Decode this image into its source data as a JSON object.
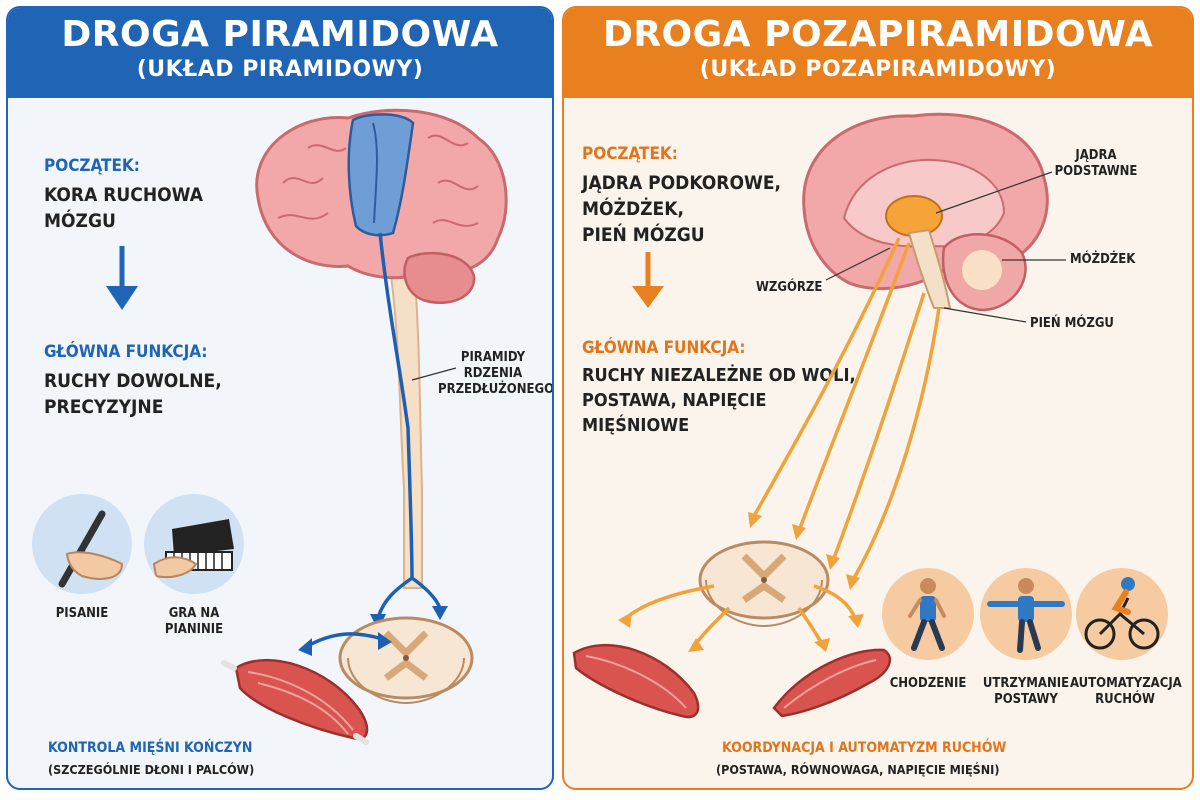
{
  "left": {
    "title": "DROGA PIRAMIDOWA",
    "subtitle": "(UKŁAD PIRAMIDOWY)",
    "start_label": "POCZĄTEK:",
    "start_text": [
      "KORA RUCHOWA",
      "MÓZGU"
    ],
    "function_label": "GŁÓWNA FUNKCJA:",
    "function_text": [
      "RUCHY DOWOLNE,",
      "PRECYZYJNE"
    ],
    "pyramid_label": [
      "PIRAMIDY",
      "RDZENIA",
      "PRZEDŁUŻONEGO"
    ],
    "examples": [
      {
        "label": [
          "PISANIE"
        ]
      },
      {
        "label": [
          "GRA NA",
          "PIANINIE"
        ]
      }
    ],
    "footer": "KONTROLA MIĘŚNI KOŃCZYN",
    "footer_sub": "(SZCZEGÓLNIE DŁONI I PALCÓW)"
  },
  "right": {
    "title": "DROGA POZAPIRAMIDOWA",
    "subtitle": "(UKŁAD POZAPIRAMIDOWY)",
    "start_label": "POCZĄTEK:",
    "start_text": [
      "JĄDRA PODKOROWE,",
      "MÓŻDŻEK,",
      "PIEŃ MÓZGU"
    ],
    "function_label": "GŁÓWNA FUNKCJA:",
    "function_text": [
      "RUCHY NIEZALEŻNE OD WOLI,",
      "POSTAWA, NAPIĘCIE",
      "MIĘŚNIOWE"
    ],
    "callouts": {
      "basal": [
        "JĄDRA",
        "PODSTAWNE"
      ],
      "thalamus": "WZGÓRZE",
      "cerebellum": "MÓŻDŻEK",
      "brainstem": "PIEŃ MÓZGU"
    },
    "examples": [
      {
        "label": [
          "CHODZENIE"
        ]
      },
      {
        "label": [
          "UTRZYMANIE",
          "POSTAWY"
        ]
      },
      {
        "label": [
          "AUTOMATYZACJA",
          "RUCHÓW"
        ]
      }
    ],
    "footer": "KOORDYNACJA I AUTOMATYZM RUCHÓW",
    "footer_sub": "(POSTAWA, RÓWNOWAGA, NAPIĘCIE MIĘŚNI)"
  },
  "colors": {
    "blue": "#1f64b5",
    "orange": "#e8801f"
  }
}
